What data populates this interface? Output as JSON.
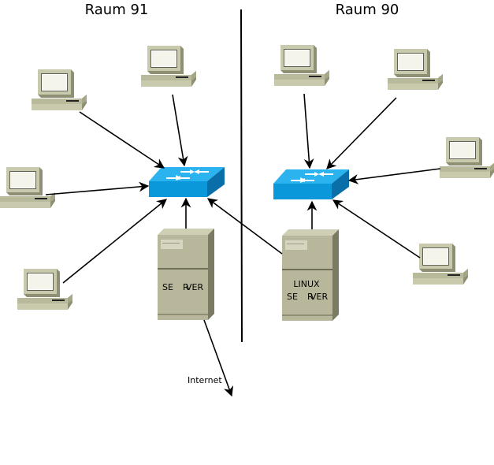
{
  "rooms": {
    "left": "Raum 91",
    "right": "Raum 90"
  },
  "servers": {
    "left": {
      "line1": "",
      "line2a": "SE",
      "line2b": "R",
      "line2c": "VER"
    },
    "right": {
      "line1": "LINUX",
      "line2a": "SE",
      "line2b": "R",
      "line2c": "VER"
    }
  },
  "internet_label": "Internet",
  "colors": {
    "switch_top": "#1aa6e8",
    "switch_side": "#0a6fa8",
    "computer_body": "#b9b99c",
    "computer_shadow": "#8a8a70",
    "server_body": "#b8b79b",
    "line": "#000000"
  }
}
